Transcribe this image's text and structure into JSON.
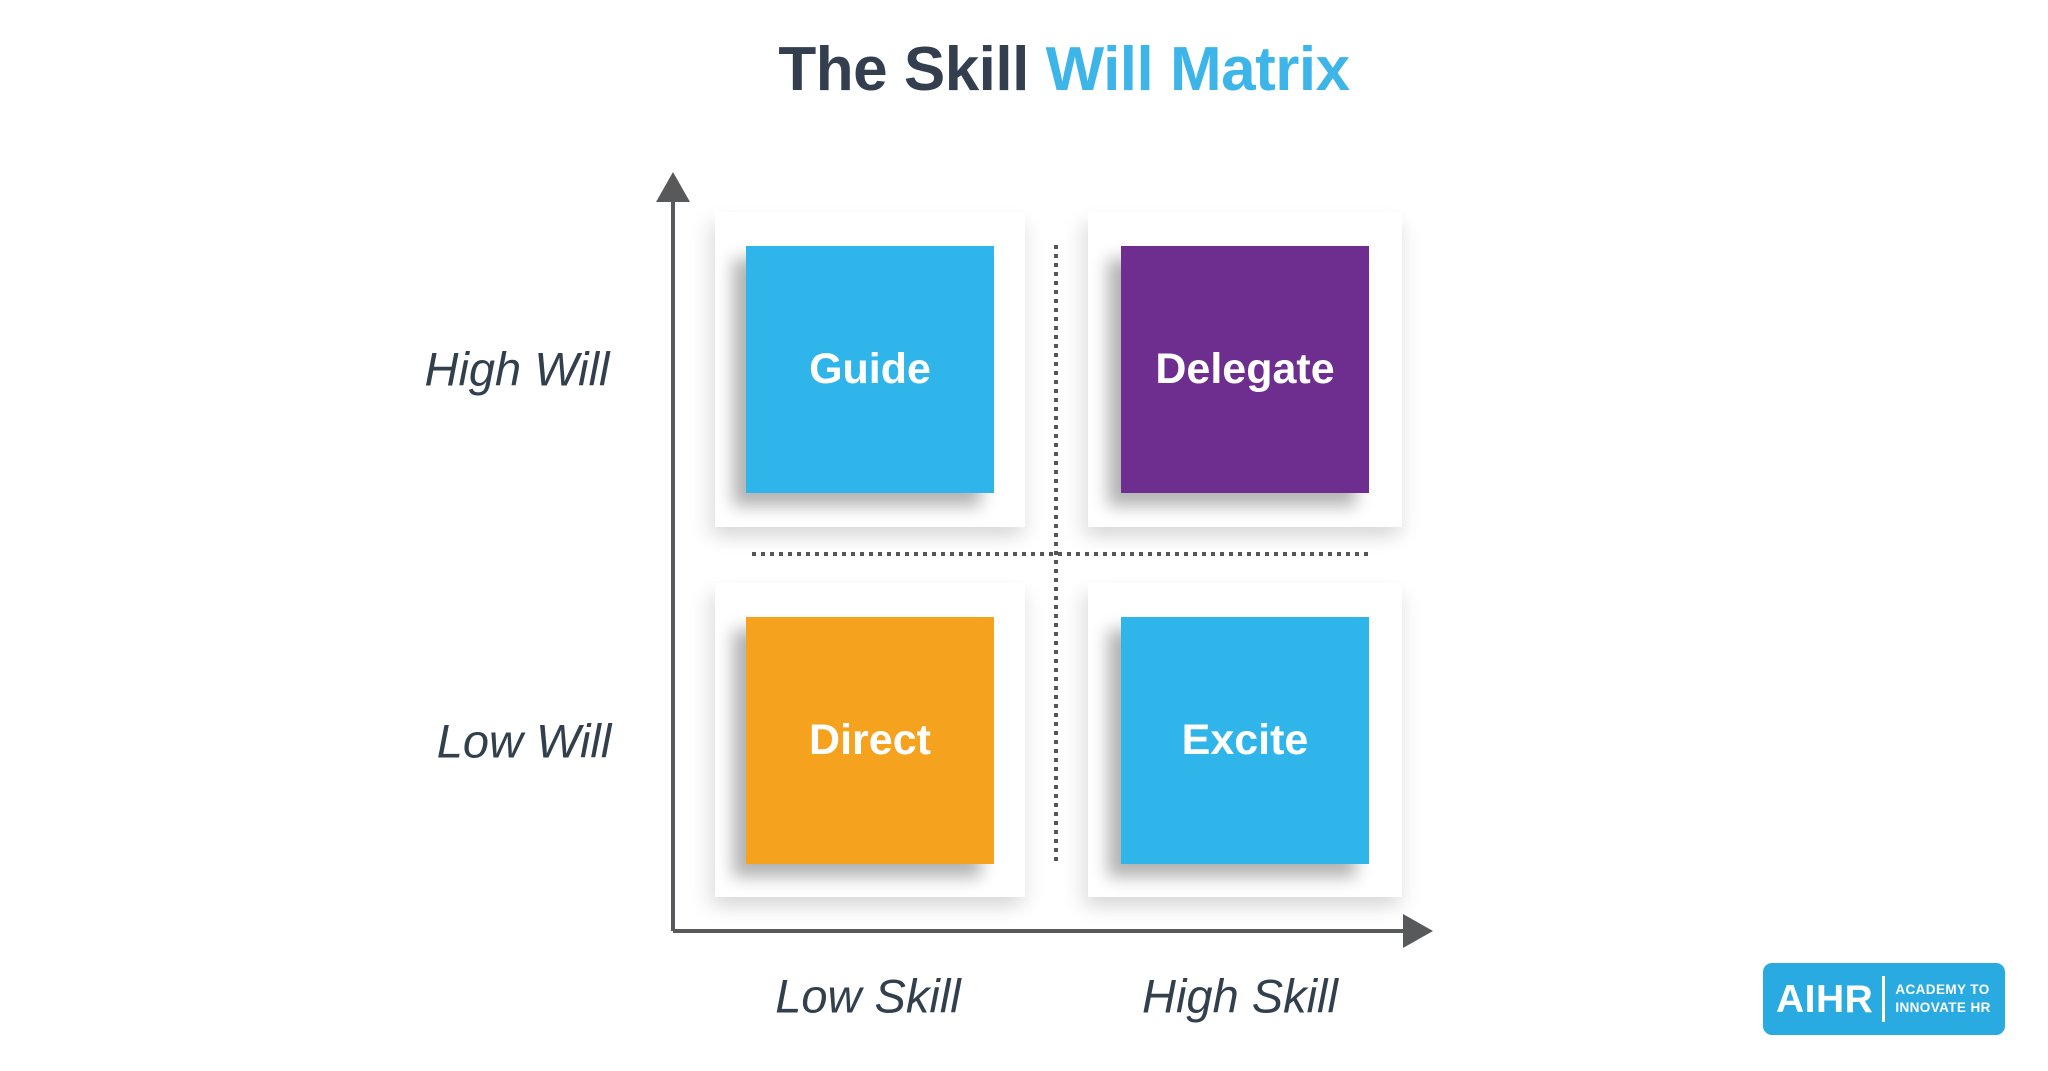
{
  "title": {
    "dark_part": "The Skill ",
    "accent_part": "Will Matrix"
  },
  "axes": {
    "y_high_label": "High Will",
    "y_low_label": "Low Will",
    "x_low_label": "Low Skill",
    "x_high_label": "High Skill"
  },
  "quadrants": {
    "top_left": {
      "label": "Guide",
      "color": "#2fb5ea",
      "will": "High Will",
      "skill": "Low Skill"
    },
    "top_right": {
      "label": "Delegate",
      "color": "#6e2e8f",
      "will": "High Will",
      "skill": "High Skill"
    },
    "bottom_left": {
      "label": "Direct",
      "color": "#f5a21f",
      "will": "Low Will",
      "skill": "Low Skill"
    },
    "bottom_right": {
      "label": "Excite",
      "color": "#2fb5ea",
      "will": "Low Will",
      "skill": "High Skill"
    }
  },
  "logo": {
    "word": "AIHR",
    "tagline_line1": "ACADEMY TO",
    "tagline_line2": "INNOVATE HR",
    "background_color": "#29abe2"
  },
  "colors": {
    "title_dark": "#333e4e",
    "title_accent": "#3db5e9",
    "axis_gray": "#58595b",
    "label_navy": "#32404e",
    "background": "#ffffff"
  }
}
